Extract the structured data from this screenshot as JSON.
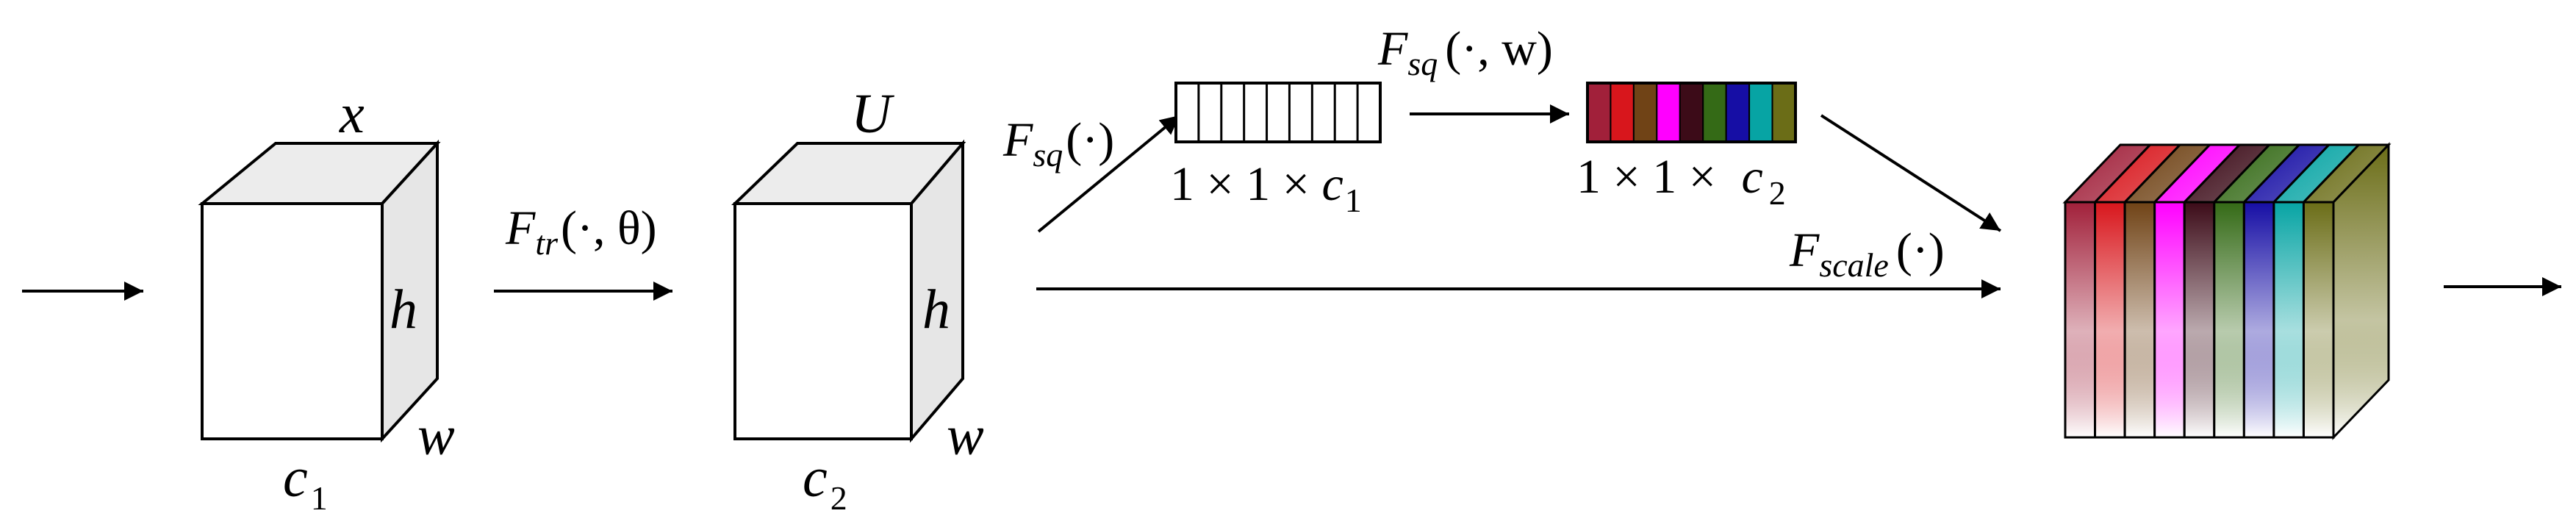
{
  "labels": {
    "input_x": "x",
    "input_h": "h",
    "input_w": "w",
    "input_c_base": "c",
    "input_c_sub": "1",
    "ftr_base": "F",
    "ftr_sub": "tr",
    "ftr_args": "(·, θ)",
    "u_label": "U",
    "u_h": "h",
    "u_w": "w",
    "u_c_base": "c",
    "u_c_sub": "2",
    "fsq_base": "F",
    "fsq_sub": "sq",
    "fsq_args": "(·)",
    "fex_base": "F",
    "fex_sub": "sq",
    "fex_args": "(·, w)",
    "vec1_text": "1 × 1 × ",
    "vec1_c_base": "c",
    "vec1_c_sub": "1",
    "vec2_text": "1 × 1 × ",
    "vec2_c_base": "c",
    "vec2_c_sub": "2",
    "fscale_base": "F",
    "fscale_sub": "scale",
    "fscale_args": "(·)"
  },
  "colors": {
    "channels": [
      "#a1203a",
      "#d8161c",
      "#704316",
      "#ff00ff",
      "#3c0b18",
      "#346a16",
      "#160ea5",
      "#07a4a4",
      "#6b6d17"
    ],
    "cube_side": "#e6e6e6",
    "cube_top": "#ececec"
  }
}
